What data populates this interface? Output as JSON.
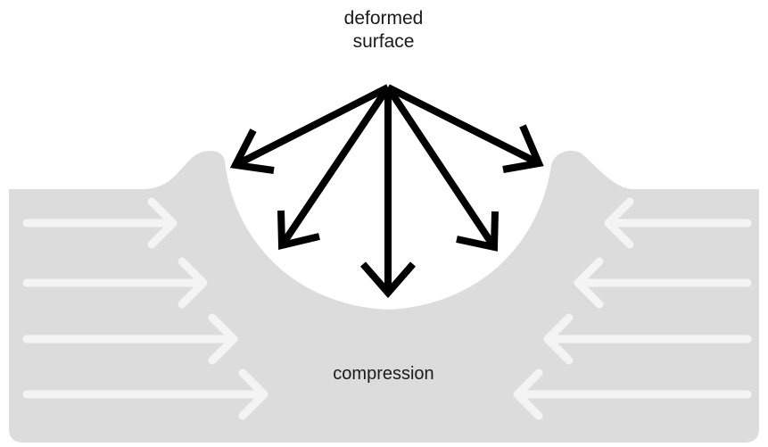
{
  "labels": {
    "surface_line1": "deformed",
    "surface_line2": "surface",
    "material_label": "compression"
  },
  "colors": {
    "material": "#dcdcdc",
    "flow_arrows": "#f4f4f4",
    "force_arrows": "#000000",
    "background": "#ffffff"
  },
  "elements": {
    "force_arrow_count": 5,
    "left_flow_arrow_count": 4,
    "right_flow_arrow_count": 4
  }
}
